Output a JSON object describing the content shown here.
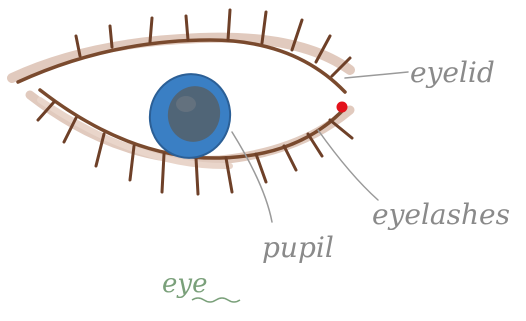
{
  "labels": {
    "eyelid": "eyelid",
    "eyelashes": "eyelashes",
    "pupil": "pupil",
    "caption": "eye"
  },
  "colors": {
    "lid_outline": "#7a4a2e",
    "lid_shading": "#c9a08a",
    "iris": "#3a7fc4",
    "iris_dark": "#2b5f96",
    "pupil": "#55606a",
    "tear_duct": "#e3121b",
    "leader_line": "#9a9a9a",
    "label_ink": "#8a8a8a",
    "caption_ink": "#7aa07a"
  },
  "icons": {
    "drawing": "hand-drawn-eye-icon"
  }
}
